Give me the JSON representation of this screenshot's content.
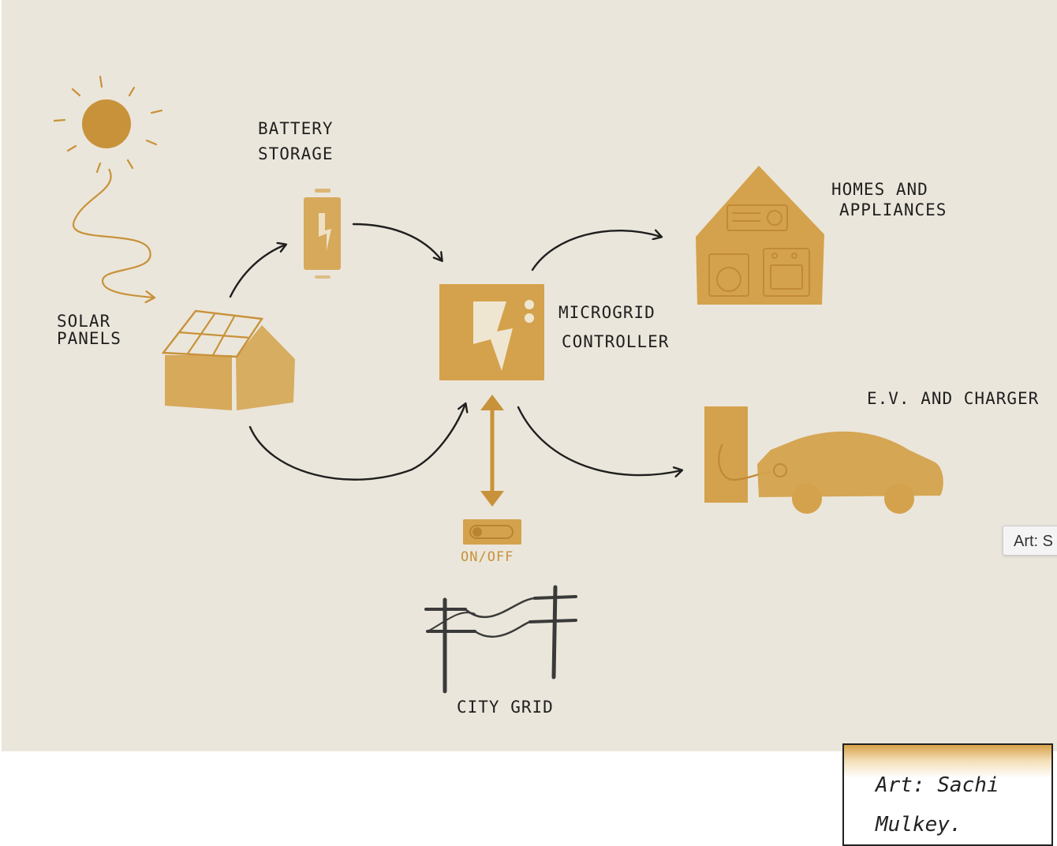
{
  "diagram": {
    "labels": {
      "solar_line1": "SOLAR",
      "solar_line2": "PANELS",
      "battery_line1": "BATTERY",
      "battery_line2": "STORAGE",
      "controller_line1": "MICROGRID",
      "controller_line2": "CONTROLLER",
      "homes_line1": "HOMES AND",
      "homes_line2": "APPLIANCES",
      "ev": "E.V. AND CHARGER",
      "switch": "ON/OFF",
      "city_grid": "CITY GRID"
    },
    "colors": {
      "background": "#ebe6db",
      "ochre": "#d4a24c",
      "ochre_dark": "#b98432",
      "ink": "#1f1f1f"
    },
    "icons": [
      "sun-icon",
      "solar-house-icon",
      "battery-icon",
      "controller-icon",
      "house-icon",
      "ev-charger-icon",
      "car-icon",
      "switch-icon",
      "power-pole-icon"
    ]
  },
  "tooltip": {
    "text": "Art: S"
  },
  "caption": {
    "text": "Art: Sachi Mulkey."
  }
}
